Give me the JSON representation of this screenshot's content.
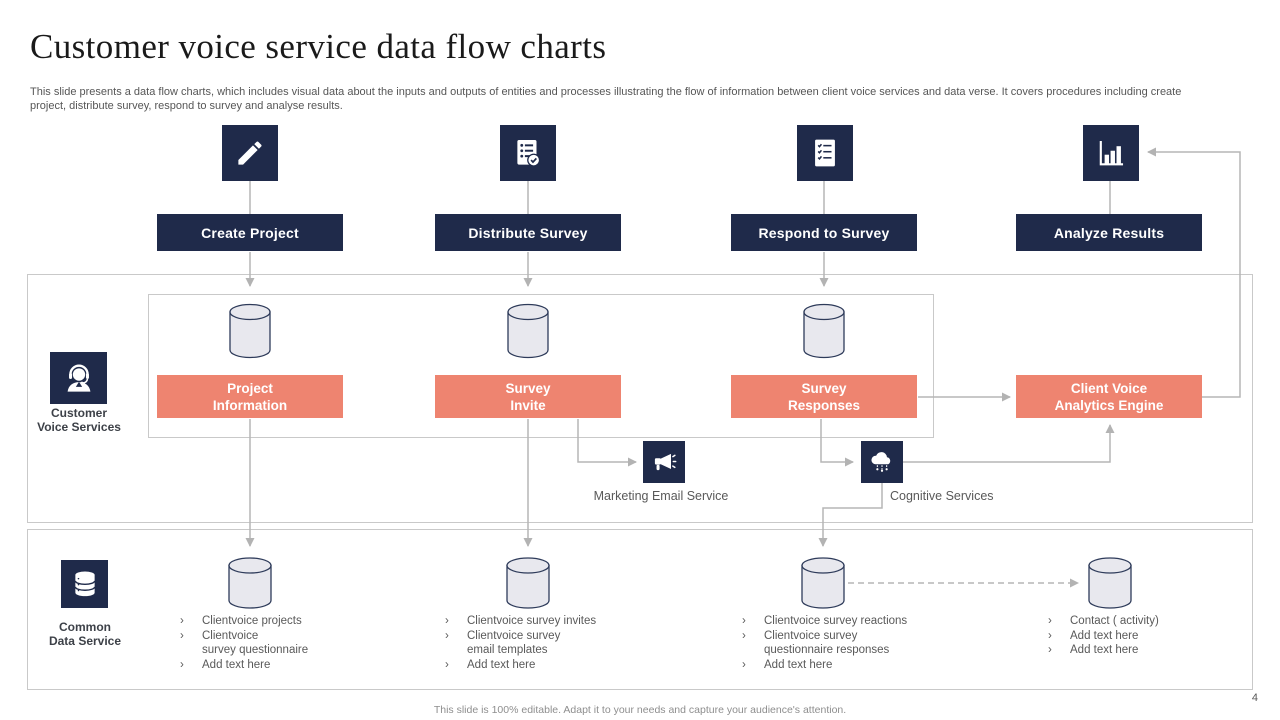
{
  "slide": {
    "title": "Customer voice service data flow charts",
    "subtitle": "This slide presents a data flow charts, which includes visual data about the inputs and outputs of entities and processes illustrating the flow of information between client voice services and data verse. It covers procedures including create project, distribute survey, respond to survey and analyse results.",
    "footer": "This slide is 100% editable. Adapt it to your needs and capture your audience's attention.",
    "page_number": "4"
  },
  "colors": {
    "navy": "#1f2a4a",
    "salmon": "#ee8470",
    "connector_gray": "#b6b6b6",
    "cylinder_fill": "#e8e8ee"
  },
  "steps": [
    {
      "label": "Create Project",
      "icon": "pencil"
    },
    {
      "label": "Distribute Survey",
      "icon": "clipboard-check"
    },
    {
      "label": "Respond to Survey",
      "icon": "survey-form"
    },
    {
      "label": "Analyze Results",
      "icon": "bar-chart"
    }
  ],
  "lanes": [
    {
      "line1": "Customer",
      "line2": "Voice Services",
      "icon": "support-agent"
    },
    {
      "line1": "Common",
      "line2": "Data Service",
      "icon": "database"
    }
  ],
  "stores": [
    {
      "line1": "Project",
      "line2": "Information"
    },
    {
      "line1": "Survey",
      "line2": "Invite"
    },
    {
      "line1": "Survey",
      "line2": "Responses"
    },
    {
      "line1": "Client Voice",
      "line2": "Analytics Engine"
    }
  ],
  "services": [
    {
      "label": "Marketing Email Service",
      "icon": "megaphone"
    },
    {
      "label": "Cognitive Services",
      "icon": "cloud"
    }
  ],
  "datasets": [
    {
      "items": [
        {
          "b": "›",
          "text": "Clientvoice projects"
        },
        {
          "b": "›",
          "text": "Clientvoice"
        },
        {
          "b": "",
          "text": "survey questionnaire"
        },
        {
          "b": "›",
          "text": "Add text here"
        }
      ]
    },
    {
      "items": [
        {
          "b": "›",
          "text": "Clientvoice survey invites"
        },
        {
          "b": "›",
          "text": "Clientvoice survey"
        },
        {
          "b": "",
          "text": "email templates"
        },
        {
          "b": "›",
          "text": "Add text here"
        }
      ]
    },
    {
      "items": [
        {
          "b": "›",
          "text": "Clientvoice survey reactions"
        },
        {
          "b": "›",
          "text": "Clientvoice survey"
        },
        {
          "b": "",
          "text": "questionnaire responses"
        },
        {
          "b": "›",
          "text": "Add text here"
        }
      ]
    },
    {
      "items": [
        {
          "b": "›",
          "text": "Contact ( activity)"
        },
        {
          "b": "›",
          "text": "Add text here"
        },
        {
          "b": "›",
          "text": "Add text here"
        }
      ]
    }
  ]
}
